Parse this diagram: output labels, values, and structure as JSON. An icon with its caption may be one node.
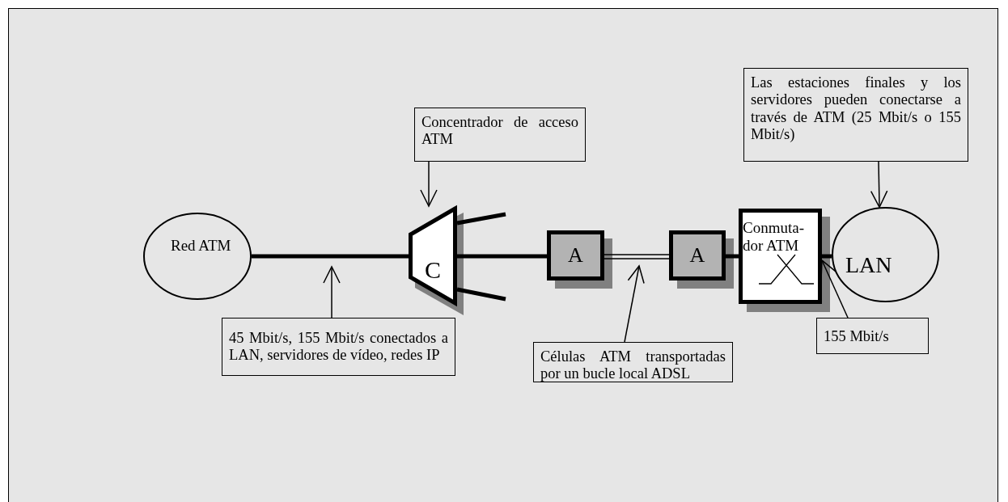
{
  "diagram": {
    "nodes": [
      {
        "text": [
          "Red ATM"
        ]
      },
      {
        "text": [
          "C"
        ]
      },
      {
        "text": [
          "A"
        ]
      },
      {
        "text": [
          "A"
        ]
      },
      {
        "text": [
          "Conmuta- dor ATM"
        ]
      },
      {
        "text": [
          "LAN"
        ]
      },
      {
        "text": [
          "Concentrador de acceso ATM"
        ]
      },
      {
        "text": [
          "Las estaciones finales y los servidores pueden conectarse a través de ATM (25 Mbit/s o 155 Mbit/s)"
        ]
      },
      {
        "text": [
          "45 Mbit/s, 155 Mbit/s conectados a LAN, servidores de vídeo, redes IP"
        ]
      },
      {
        "text": [
          "Células ATM transportadas por un bucle local ADSL"
        ]
      },
      {
        "text": [
          "155 Mbit/s"
        ]
      }
    ],
    "edges": [
      {
        "from": 0,
        "to": 1,
        "arrow": "none",
        "style": "thick"
      },
      {
        "from": 1,
        "to": null,
        "arrow": "none",
        "style": "thick"
      },
      {
        "from": 1,
        "to": null,
        "arrow": "none",
        "style": "thick"
      },
      {
        "from": 1,
        "to": 2,
        "arrow": "none",
        "style": "thick"
      },
      {
        "from": 2,
        "to": 3,
        "arrow": "none"
      },
      {
        "from": 3,
        "to": 4,
        "arrow": "none",
        "style": "thick"
      },
      {
        "from": 4,
        "to": 5,
        "arrow": "none",
        "style": "thick"
      },
      {
        "from": 6,
        "to": 1,
        "arrow": "to"
      },
      {
        "from": 7,
        "to": 5,
        "arrow": "to"
      },
      {
        "from": 8,
        "to": null,
        "arrow": "to"
      },
      {
        "from": 9,
        "to": null,
        "arrow": "to"
      },
      {
        "from": 10,
        "to": 4,
        "arrow": "to"
      }
    ]
  }
}
